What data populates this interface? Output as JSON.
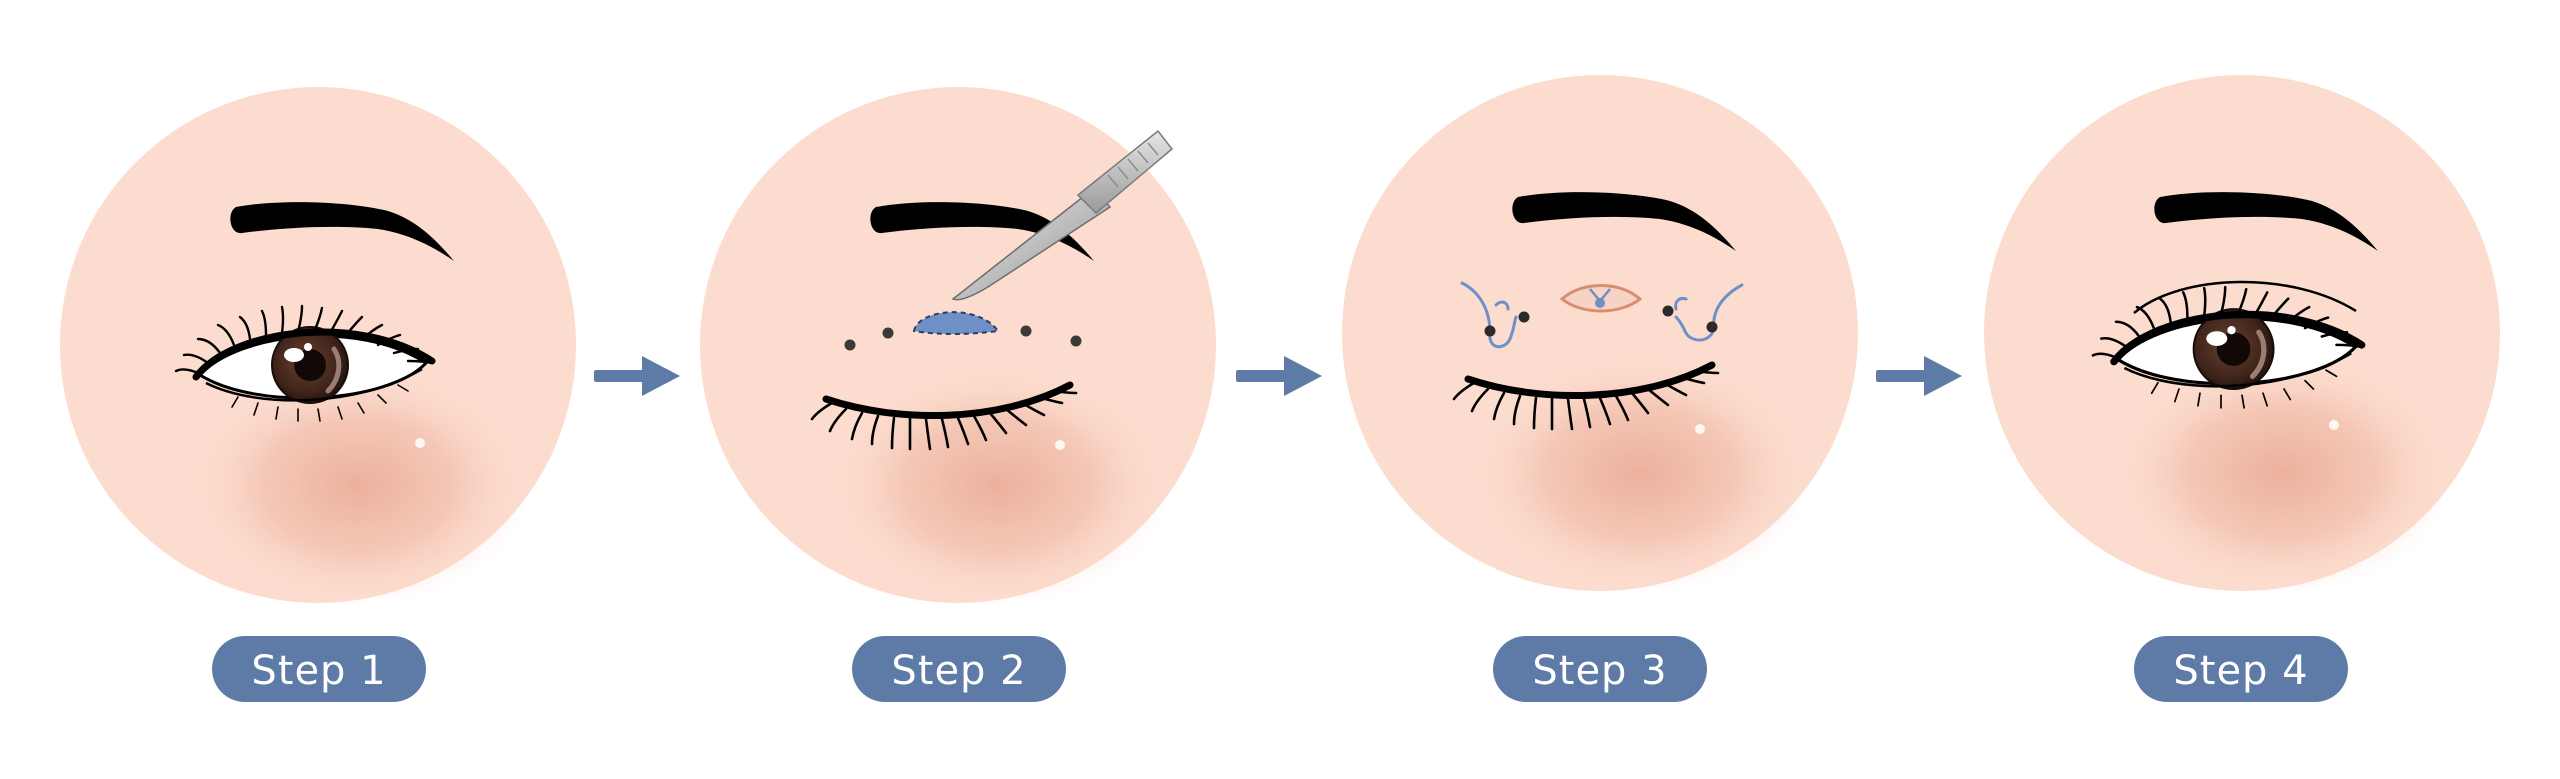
{
  "colors": {
    "skin": "#FCDCCE",
    "cheek": "#EBAE9A",
    "label_bg": "#5E7AA7",
    "label_text": "#FFFFFF",
    "arrow": "#5E7AA7",
    "marker_blue": "#6F90C6",
    "ink": "#000000",
    "iris": "#4A2C22"
  },
  "steps": [
    {
      "label": "Step 1",
      "illustration": "open-eye-before-icon"
    },
    {
      "label": "Step 2",
      "illustration": "incision-scalpel-icon"
    },
    {
      "label": "Step 3",
      "illustration": "suture-closed-eye-icon"
    },
    {
      "label": "Step 4",
      "illustration": "open-eye-after-icon"
    }
  ],
  "arrows": [
    "arrow-right-icon",
    "arrow-right-icon",
    "arrow-right-icon"
  ]
}
